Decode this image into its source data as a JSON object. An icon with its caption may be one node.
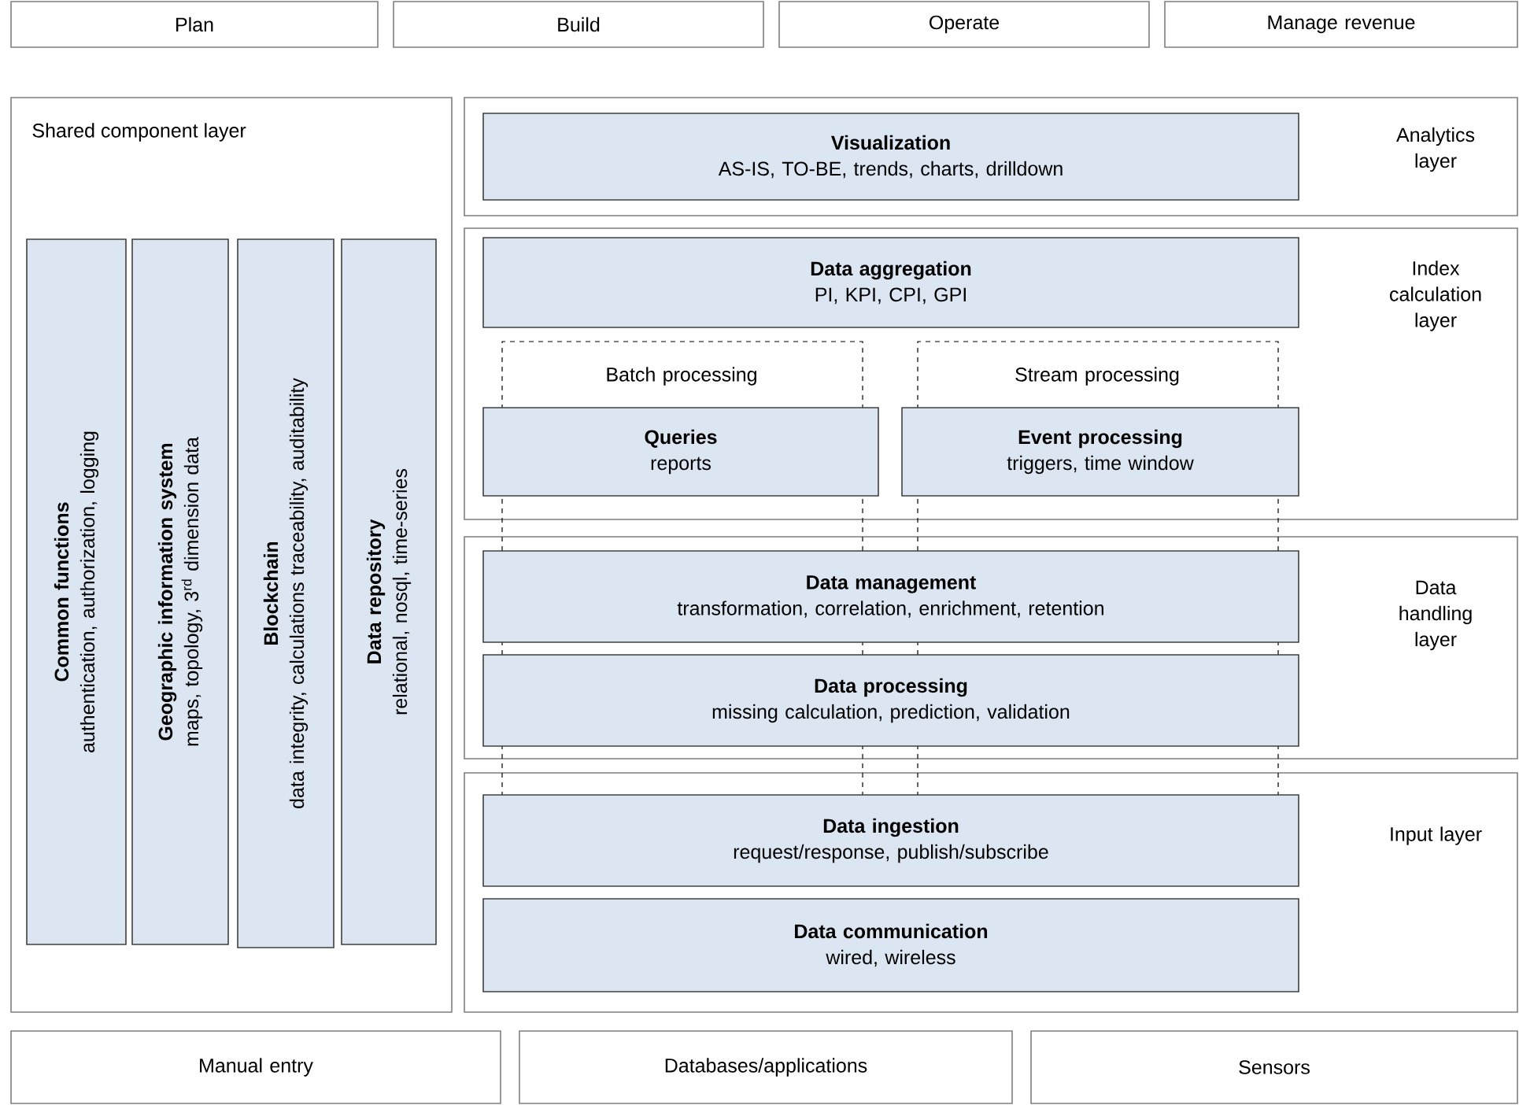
{
  "diagram": {
    "nodes": [
      {
        "text": [
          "Plan"
        ]
      },
      {
        "text": [
          "Build"
        ]
      },
      {
        "text": [
          "Operate"
        ]
      },
      {
        "text": [
          "Manage revenue"
        ]
      },
      {
        "text": [
          "Shared component layer"
        ]
      },
      {
        "text": [
          "Common functions",
          "authentication, authorization, logging"
        ],
        "in": 4
      },
      {
        "text": [
          "Geographic information system",
          "maps, topology, 3$^{rd}$ dimension data"
        ],
        "in": 4
      },
      {
        "text": [
          "Blockchain",
          "data integrity, calculations traceability, auditability"
        ],
        "in": 4
      },
      {
        "text": [
          "Data repository",
          "relational, nosql, time-series"
        ],
        "in": 4
      },
      {
        "text": [
          "Analytics layer"
        ]
      },
      {
        "text": [
          "Visualization",
          "AS-IS, TO-BE, trends, charts, drilldown"
        ],
        "in": 9
      },
      {
        "text": [
          "Index calculation layer"
        ]
      },
      {
        "text": [
          "Data aggregation",
          "PI, KPI, CPI, GPI"
        ],
        "in": 11
      },
      {
        "text": [
          "Batch processing"
        ]
      },
      {
        "text": [
          "Queries",
          "reports"
        ],
        "in": 11
      },
      {
        "text": [
          "Stream processing"
        ]
      },
      {
        "text": [
          "Event processing",
          "triggers, time window"
        ],
        "in": 11
      },
      {
        "text": [
          "Data handling layer"
        ]
      },
      {
        "text": [
          "Data management",
          "transformation, correlation, enrichment, retention"
        ],
        "in": 17
      },
      {
        "text": [
          "Data processing",
          "missing calculation, prediction, validation"
        ],
        "in": 17
      },
      {
        "text": [
          "Input layer"
        ]
      },
      {
        "text": [
          "Data ingestion",
          "request/response, publish/subscribe"
        ],
        "in": 20
      },
      {
        "text": [
          "Data communication",
          "wired, wireless"
        ],
        "in": 20
      },
      {
        "text": [
          "Manual entry"
        ]
      },
      {
        "text": [
          "Databases/applications"
        ]
      },
      {
        "text": [
          "Sensors"
        ]
      }
    ]
  }
}
